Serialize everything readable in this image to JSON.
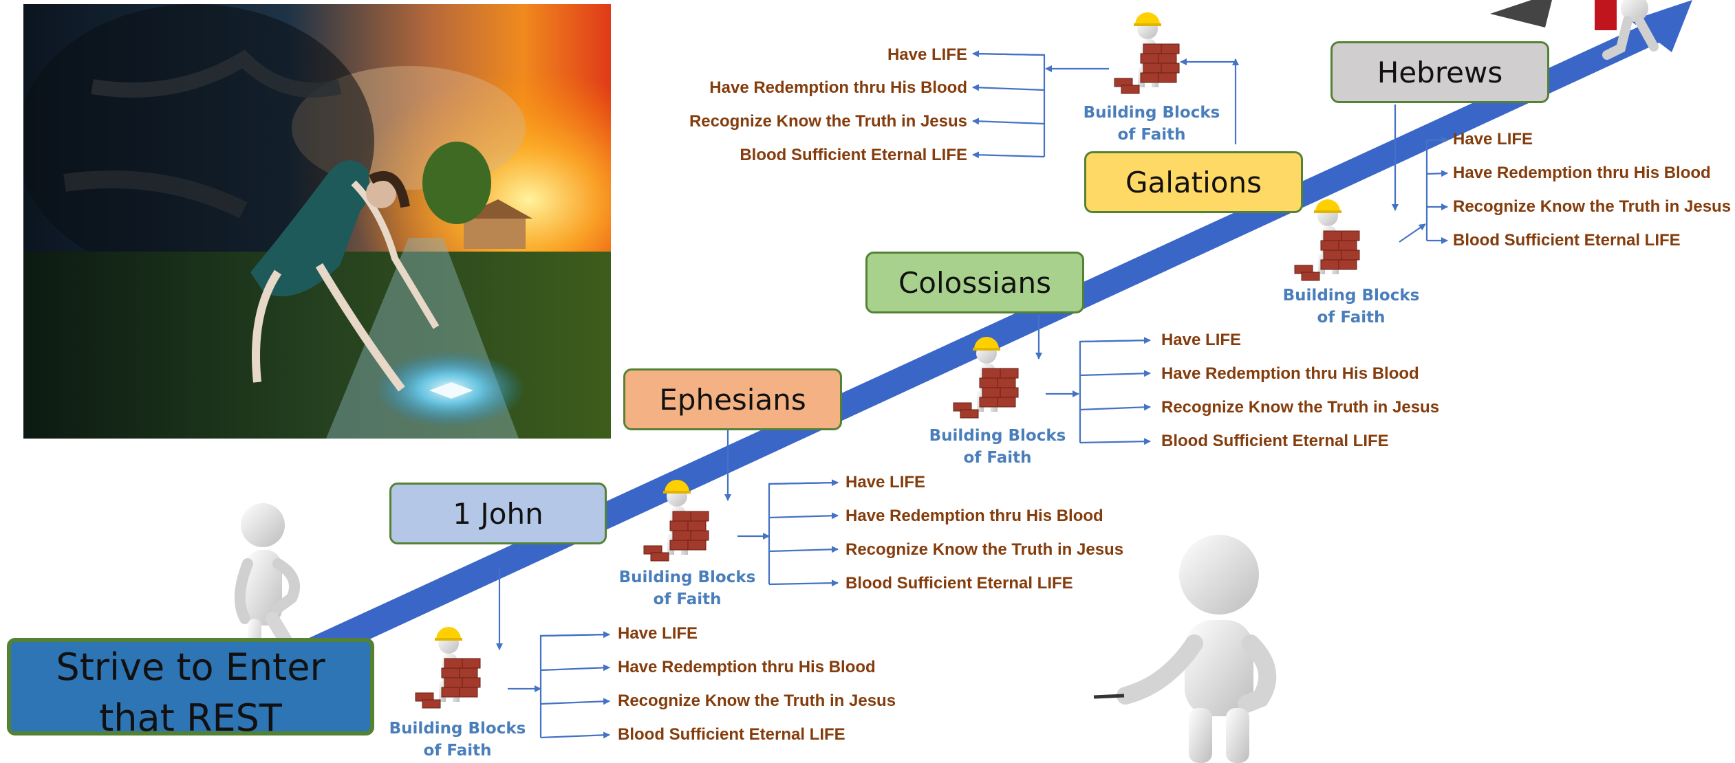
{
  "start_box": {
    "line1": "Strive to Enter",
    "line2": "that REST"
  },
  "books": {
    "first_john": "1 John",
    "ephesians": "Ephesians",
    "colossians": "Colossians",
    "galatians": "Galations",
    "hebrews": "Hebrews"
  },
  "blocks_caption": {
    "line1": "Building Blocks",
    "line2": "of Faith"
  },
  "benefits": [
    "Have LIFE",
    "Have Redemption thru His Blood",
    "Recognize Know the Truth in Jesus",
    "Blood Sufficient Eternal LIFE"
  ],
  "colors": {
    "arrow_blue": "#4472c4",
    "text_brown": "#843c0c",
    "caption_blue": "#4a7ebb",
    "box_border_green": "#548235",
    "first_john_fill": "#b4c7e7",
    "ephesians_fill": "#f4b183",
    "colossians_fill": "#a9d18e",
    "galatians_fill": "#ffd966",
    "hebrews_fill": "#d0cece",
    "start_fill": "#2e75b6"
  },
  "icons": [
    "woman-reaching-for-glowing-bible-image",
    "stick-figure-climbing-icon",
    "stick-figure-pointing-icon",
    "builder-with-brick-wall-icon",
    "stick-figure-at-top-icon"
  ]
}
